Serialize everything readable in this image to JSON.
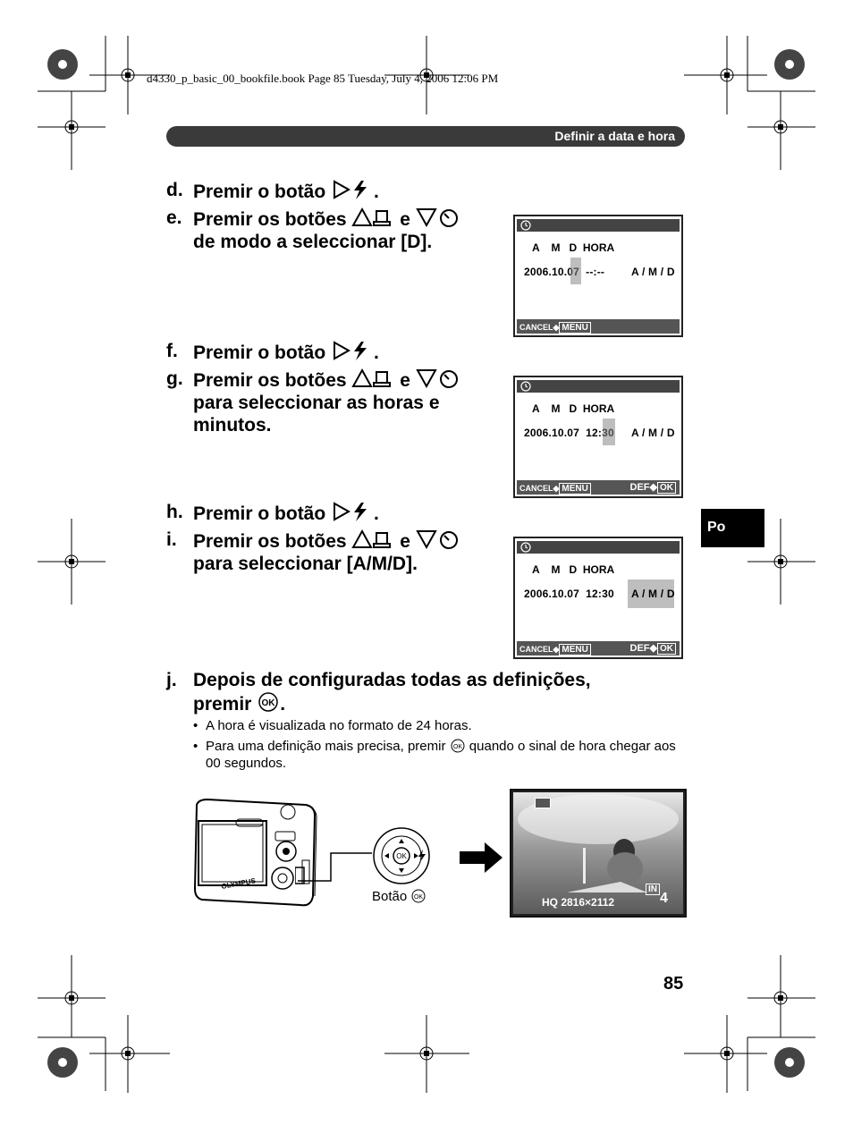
{
  "print_meta": "d4330_p_basic_00_bookfile.book  Page 85  Tuesday, July 4, 2006  12:06 PM",
  "header": {
    "title": "Definir a data e hora"
  },
  "tab": {
    "label": "Po"
  },
  "steps": [
    {
      "letter": "d.",
      "lines": [
        "Premir o botão"
      ],
      "tail": "."
    },
    {
      "letter": "e.",
      "lines": [
        "Premir os botões",
        "e",
        "de modo a seleccionar [D]."
      ]
    },
    {
      "letter": "f.",
      "lines": [
        "Premir o botão"
      ],
      "tail": "."
    },
    {
      "letter": "g.",
      "lines": [
        "Premir os botões",
        "e",
        "para seleccionar as horas e",
        "minutos."
      ]
    },
    {
      "letter": "h.",
      "lines": [
        "Premir o botão"
      ],
      "tail": "."
    },
    {
      "letter": "i.",
      "lines": [
        "Premir os botões",
        "e",
        "para seleccionar [A/M/D]."
      ]
    },
    {
      "letter": "j.",
      "lines": [
        "Depois de configuradas todas as definições,",
        "premir"
      ],
      "tail": "."
    }
  ],
  "screens": [
    {
      "headers": "A    M   D  HORA",
      "value": "2006.10.07  --:--",
      "format": "A / M / D",
      "cancel": "CANCEL",
      "menu": "MENU",
      "def": ""
    },
    {
      "headers": "A    M   D  HORA",
      "value": "2006.10.07  12:30",
      "format": "A / M / D",
      "cancel": "CANCEL",
      "menu": "MENU",
      "def": "DEF",
      "ok": "OK"
    },
    {
      "headers": "A    M   D  HORA",
      "value": "2006.10.07  12:30",
      "format": "A / M / D",
      "cancel": "CANCEL",
      "menu": "MENU",
      "def": "DEF",
      "ok": "OK"
    }
  ],
  "bullets": [
    "A hora é visualizada no formato de 24 horas.",
    "Para uma definição mais precisa, premir",
    "quando o sinal de hora chegar aos 00 segundos."
  ],
  "button_caption": "Botão",
  "ok_glyph": "OK",
  "camera": {
    "brand": "OLYMPUS"
  },
  "photo": {
    "mode": "IN",
    "resolution": "HQ 2816×2112",
    "count": "4"
  },
  "page_number": "85",
  "colors": {
    "header_bar": "#3a3a3a",
    "tab": "#000000",
    "screen_bar": "#444444"
  }
}
